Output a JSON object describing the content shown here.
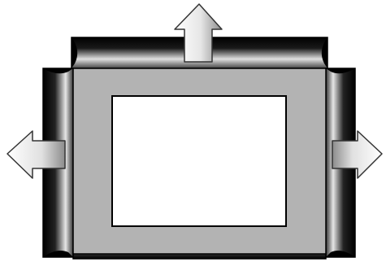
{
  "figure": {
    "icons": [
      "frame-top-edge",
      "frame-left-edge",
      "frame-right-edge",
      "frame-bottom-edge",
      "mat-board",
      "picture-opening",
      "arrow-up-icon",
      "arrow-left-icon",
      "arrow-right-icon"
    ]
  },
  "colors": {
    "background": "#ffffff",
    "mat": "#b3b3b3",
    "opening": "#ffffff",
    "frame_dark": "#000000",
    "frame_light": "#d9d9d9",
    "arrow_light": "#ffffff",
    "arrow_dark": "#8c8c8c",
    "outline": "#000000"
  }
}
